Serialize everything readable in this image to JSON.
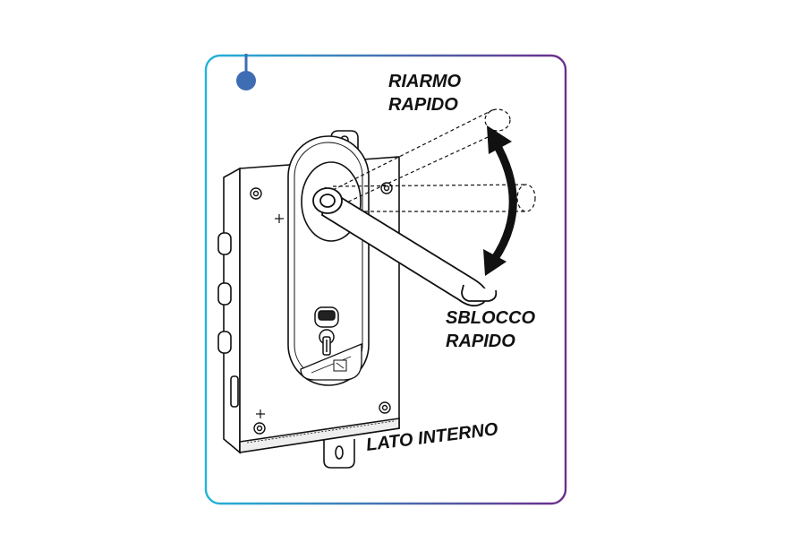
{
  "labels": {
    "rearm_line1": "RIARMO",
    "rearm_line2": "RAPIDO",
    "release_line1": "SBLOCCO",
    "release_line2": "RAPIDO",
    "inside": "LATO INTERNO"
  },
  "colors": {
    "frame_gradient_start": "#22b3d8",
    "frame_gradient_end": "#6b2e8e",
    "pin_color": "#3f6db3",
    "line_color": "#111111"
  },
  "icons": {
    "motion": "double-curved-arrow-icon",
    "pin": "map-pin-icon"
  }
}
